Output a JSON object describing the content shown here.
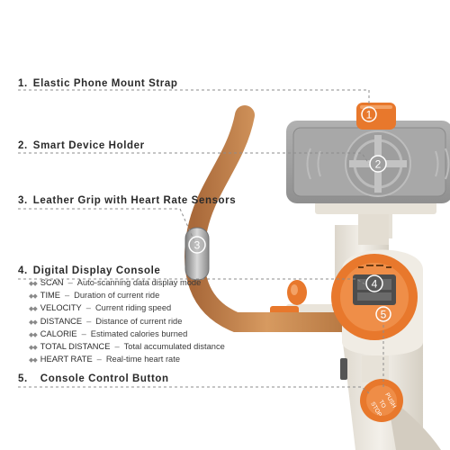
{
  "features": [
    {
      "num": "1.",
      "label": "Elastic Phone Mount Strap",
      "marker": "1"
    },
    {
      "num": "2.",
      "label": "Smart Device Holder",
      "marker": "2"
    },
    {
      "num": "3.",
      "label": "Leather Grip with Heart Rate Sensors",
      "marker": "3"
    },
    {
      "num": "4.",
      "label": "Digital Display Console",
      "marker": "4"
    },
    {
      "num": "5.",
      "label": "Console Control Button",
      "marker": "5"
    }
  ],
  "console_items": [
    {
      "bullet": "◆◆",
      "name": "SCAN",
      "sep": "–",
      "desc": "Auto-scanning data display mode"
    },
    {
      "bullet": "◆◆",
      "name": "TIME",
      "sep": "–",
      "desc": "Duration of current ride"
    },
    {
      "bullet": "◆◆",
      "name": "VELOCITY",
      "sep": "–",
      "desc": "Current riding speed"
    },
    {
      "bullet": "◆◆",
      "name": "DISTANCE",
      "sep": "–",
      "desc": "Distance of current ride"
    },
    {
      "bullet": "◆◆",
      "name": "CALORIE",
      "sep": "–",
      "desc": "Estimated calories burned"
    },
    {
      "bullet": "◆◆",
      "name": "TOTAL DISTANCE",
      "sep": "–",
      "desc": "Total accumulated distance"
    },
    {
      "bullet": "◆◆",
      "name": "HEART RATE",
      "sep": "–",
      "desc": "Real-time heart rate"
    }
  ],
  "button_text": {
    "line1": "PUSH",
    "line2": "TO",
    "line3": "STOP"
  },
  "colors": {
    "handlebar": "#c98a4e",
    "accent_orange": "#e8782c",
    "holder_gray": "#a3a3a3",
    "frame_cream": "#ece8df",
    "line_gray": "#8c8c8c"
  }
}
